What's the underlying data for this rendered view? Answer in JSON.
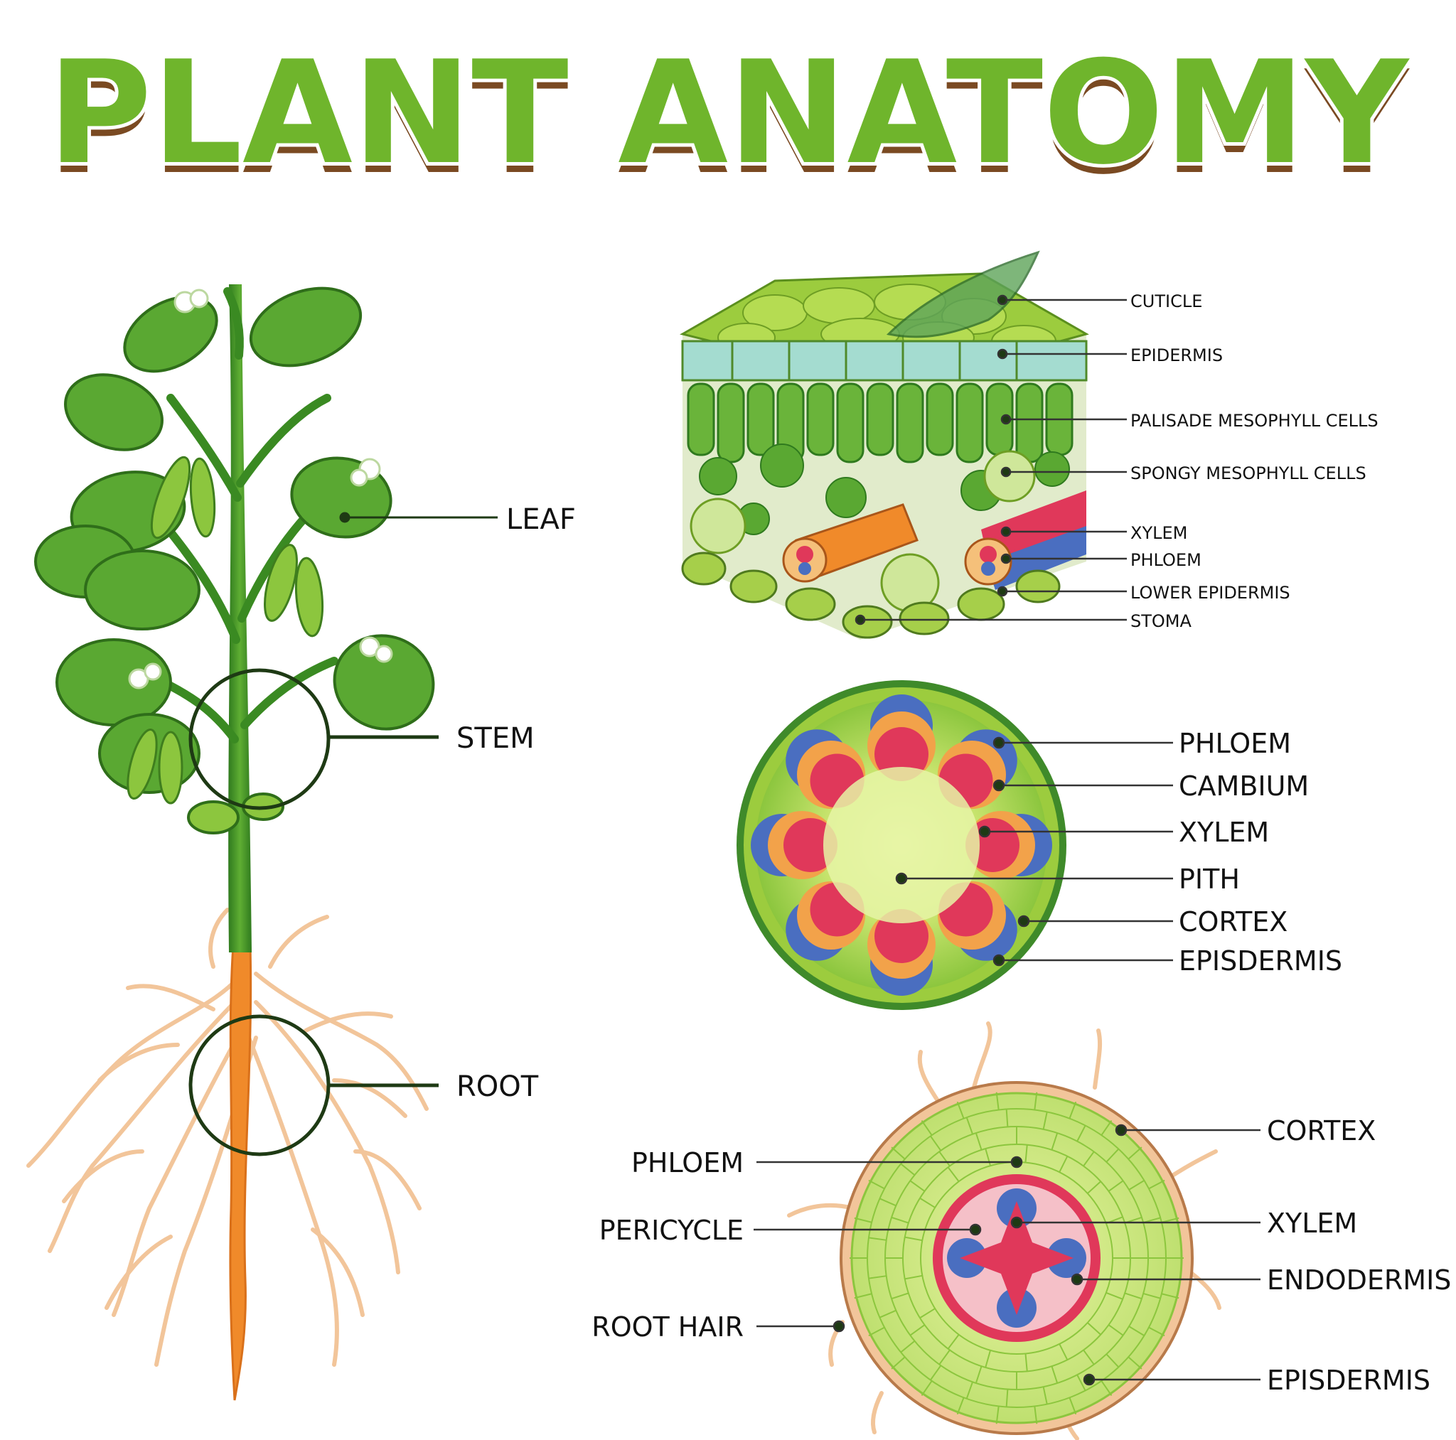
{
  "title": "PLANT ANATOMY",
  "plant": {
    "labels": {
      "leaf": "LEAF",
      "stem": "STEM",
      "root": "ROOT"
    }
  },
  "leaf_section": {
    "labels": [
      "CUTICLE",
      "EPIDERMIS",
      "PALISADE MESOPHYLL CELLS",
      "SPONGY MESOPHYLL CELLS",
      "XYLEM",
      "PHLOEM",
      "LOWER EPIDERMIS",
      "STOMA"
    ]
  },
  "stem_section": {
    "labels": [
      "PHLOEM",
      "CAMBIUM",
      "XYLEM",
      "PITH",
      "CORTEX",
      "EPISDERMIS"
    ]
  },
  "root_section": {
    "left_labels": [
      "PHLOEM",
      "PERICYCLE",
      "ROOT HAIR"
    ],
    "right_labels": [
      "CORTEX",
      "XYLEM",
      "ENDODERMIS",
      "EPISDERMIS"
    ]
  },
  "colors": {
    "title_green": "#6fb52c",
    "title_brown": "#8b5a2b",
    "leaf_green": "#4f9a2a",
    "xylem_red": "#e0385a",
    "phloem_blue": "#4a6ec0",
    "cambium_orange": "#f2a24a"
  }
}
